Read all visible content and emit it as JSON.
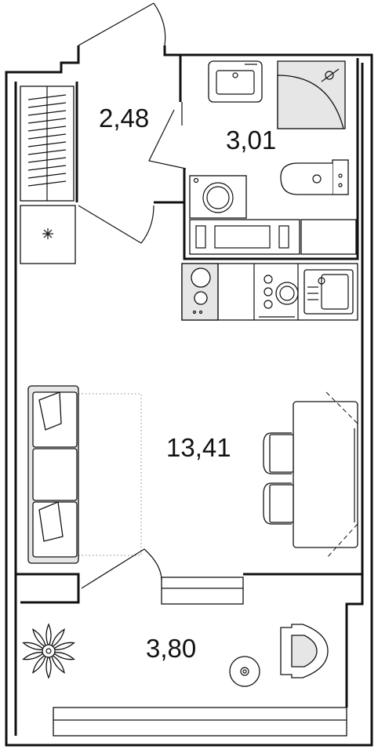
{
  "plan": {
    "rooms": [
      {
        "id": "hall",
        "area": "2,48"
      },
      {
        "id": "bathroom",
        "area": "3,01"
      },
      {
        "id": "living",
        "area": "13,41"
      },
      {
        "id": "balcony",
        "area": "3,80"
      }
    ]
  }
}
